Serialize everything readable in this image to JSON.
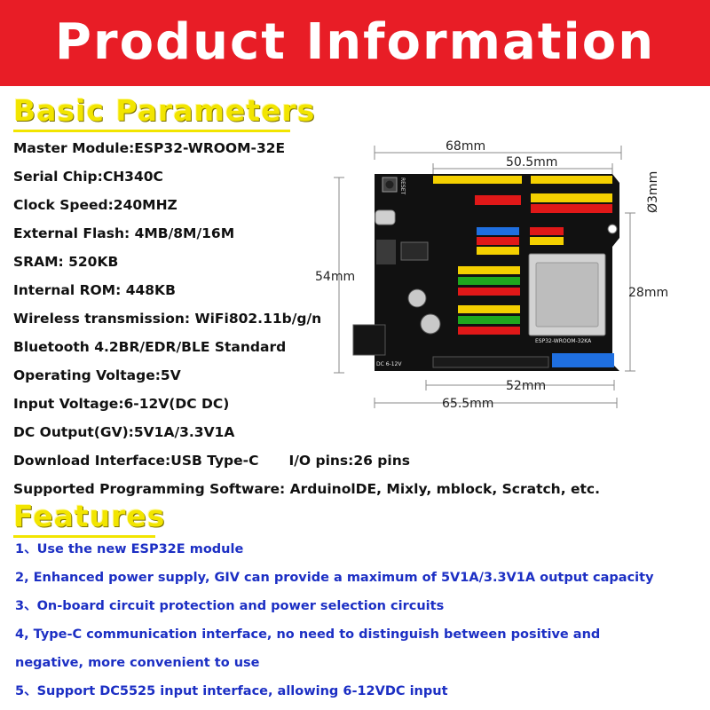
{
  "banner": {
    "title": "Product Information"
  },
  "basic": {
    "title": "Basic Parameters",
    "params": [
      "Master Module:ESP32-WROOM-32E",
      "Serial Chip:CH340C",
      "Clock Speed:240MHZ",
      "External Flash: 4MB/8M/16M",
      "SRAM: 520KB",
      "Internal ROM: 448KB",
      "Wireless transmission: WiFi802.11b/g/n",
      "Bluetooth 4.2BR/EDR/BLE Standard",
      "Operating Voltage:5V",
      "Input Voltage:6-12V(DC DC)",
      "DC Output(GV):5V1A/3.3V1A"
    ],
    "download": "Download Interface:USB Type-C",
    "io_pins": "I/O pins:26 pins",
    "software": "Supported Programming Software: ArduinolDE, Mixly, mblock, Scratch, etc."
  },
  "features": {
    "title": "Features",
    "items": [
      "1、Use the new ESP32E module",
      "2, Enhanced power supply, GIV can provide a maximum of 5V1A/3.3V1A output   capacity",
      "3、On-board circuit protection and power selection circuits",
      "4, Type-C communication interface, no need to distinguish between positive and",
      "negative, more convenient to use",
      "5、Support DC5525 input interface, allowing 6-12VDC input"
    ]
  },
  "board": {
    "dims": {
      "width_total": "68mm",
      "width_inner": "50.5mm",
      "hole": "Ø3mm",
      "height_total": "54mm",
      "height_inner": "28mm",
      "width_bottom": "52mm",
      "width_bottom_total": "65.5mm"
    },
    "silk": {
      "module": "ESP32-WROOM-32KA",
      "power": "DC 6-12V",
      "reset": "RESET"
    },
    "colors": {
      "pcb": "#111111",
      "header_yellow": "#f4d000",
      "header_red": "#e01818",
      "header_green": "#1ea81e",
      "header_blue": "#1f6fe0",
      "banner": "#e81d26",
      "section_title": "#f2e500",
      "feature_text": "#1c2fc4"
    }
  }
}
